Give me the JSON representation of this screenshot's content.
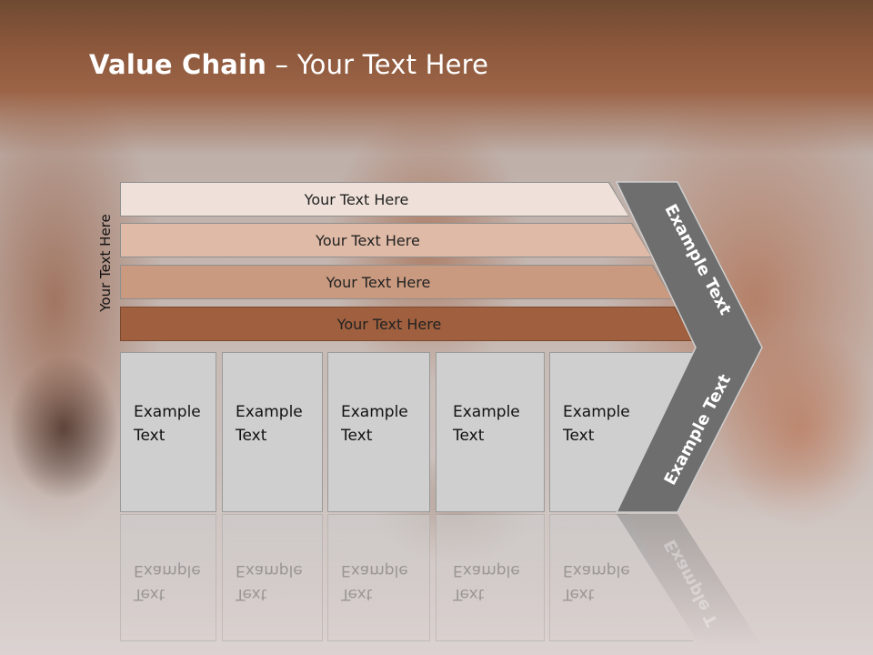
{
  "slide": {
    "title_bold": "Value Chain",
    "title_rest": " – Your Text Here",
    "side_label": "Your Text Here",
    "bars": [
      {
        "label": "Your Text Here",
        "color": "#efe1d9"
      },
      {
        "label": "Your Text Here",
        "color": "#dfbaa6"
      },
      {
        "label": "Your Text Here",
        "color": "#c99a7f"
      },
      {
        "label": "Your Text Here",
        "color": "#a0603f"
      }
    ],
    "columns": [
      {
        "line1": "Example",
        "line2": "Text"
      },
      {
        "line1": "Example",
        "line2": "Text"
      },
      {
        "line1": "Example",
        "line2": "Text"
      },
      {
        "line1": "Example",
        "line2": "Text"
      },
      {
        "line1": "Example",
        "line2": "Text"
      }
    ],
    "chevron_upper": "Example Text",
    "chevron_lower": "Example Text",
    "chevron_reflection": "Example T",
    "colors": {
      "header": "#8b573b",
      "chevron": "#6e6e6e",
      "column_fill": "#cfcfcf"
    }
  }
}
